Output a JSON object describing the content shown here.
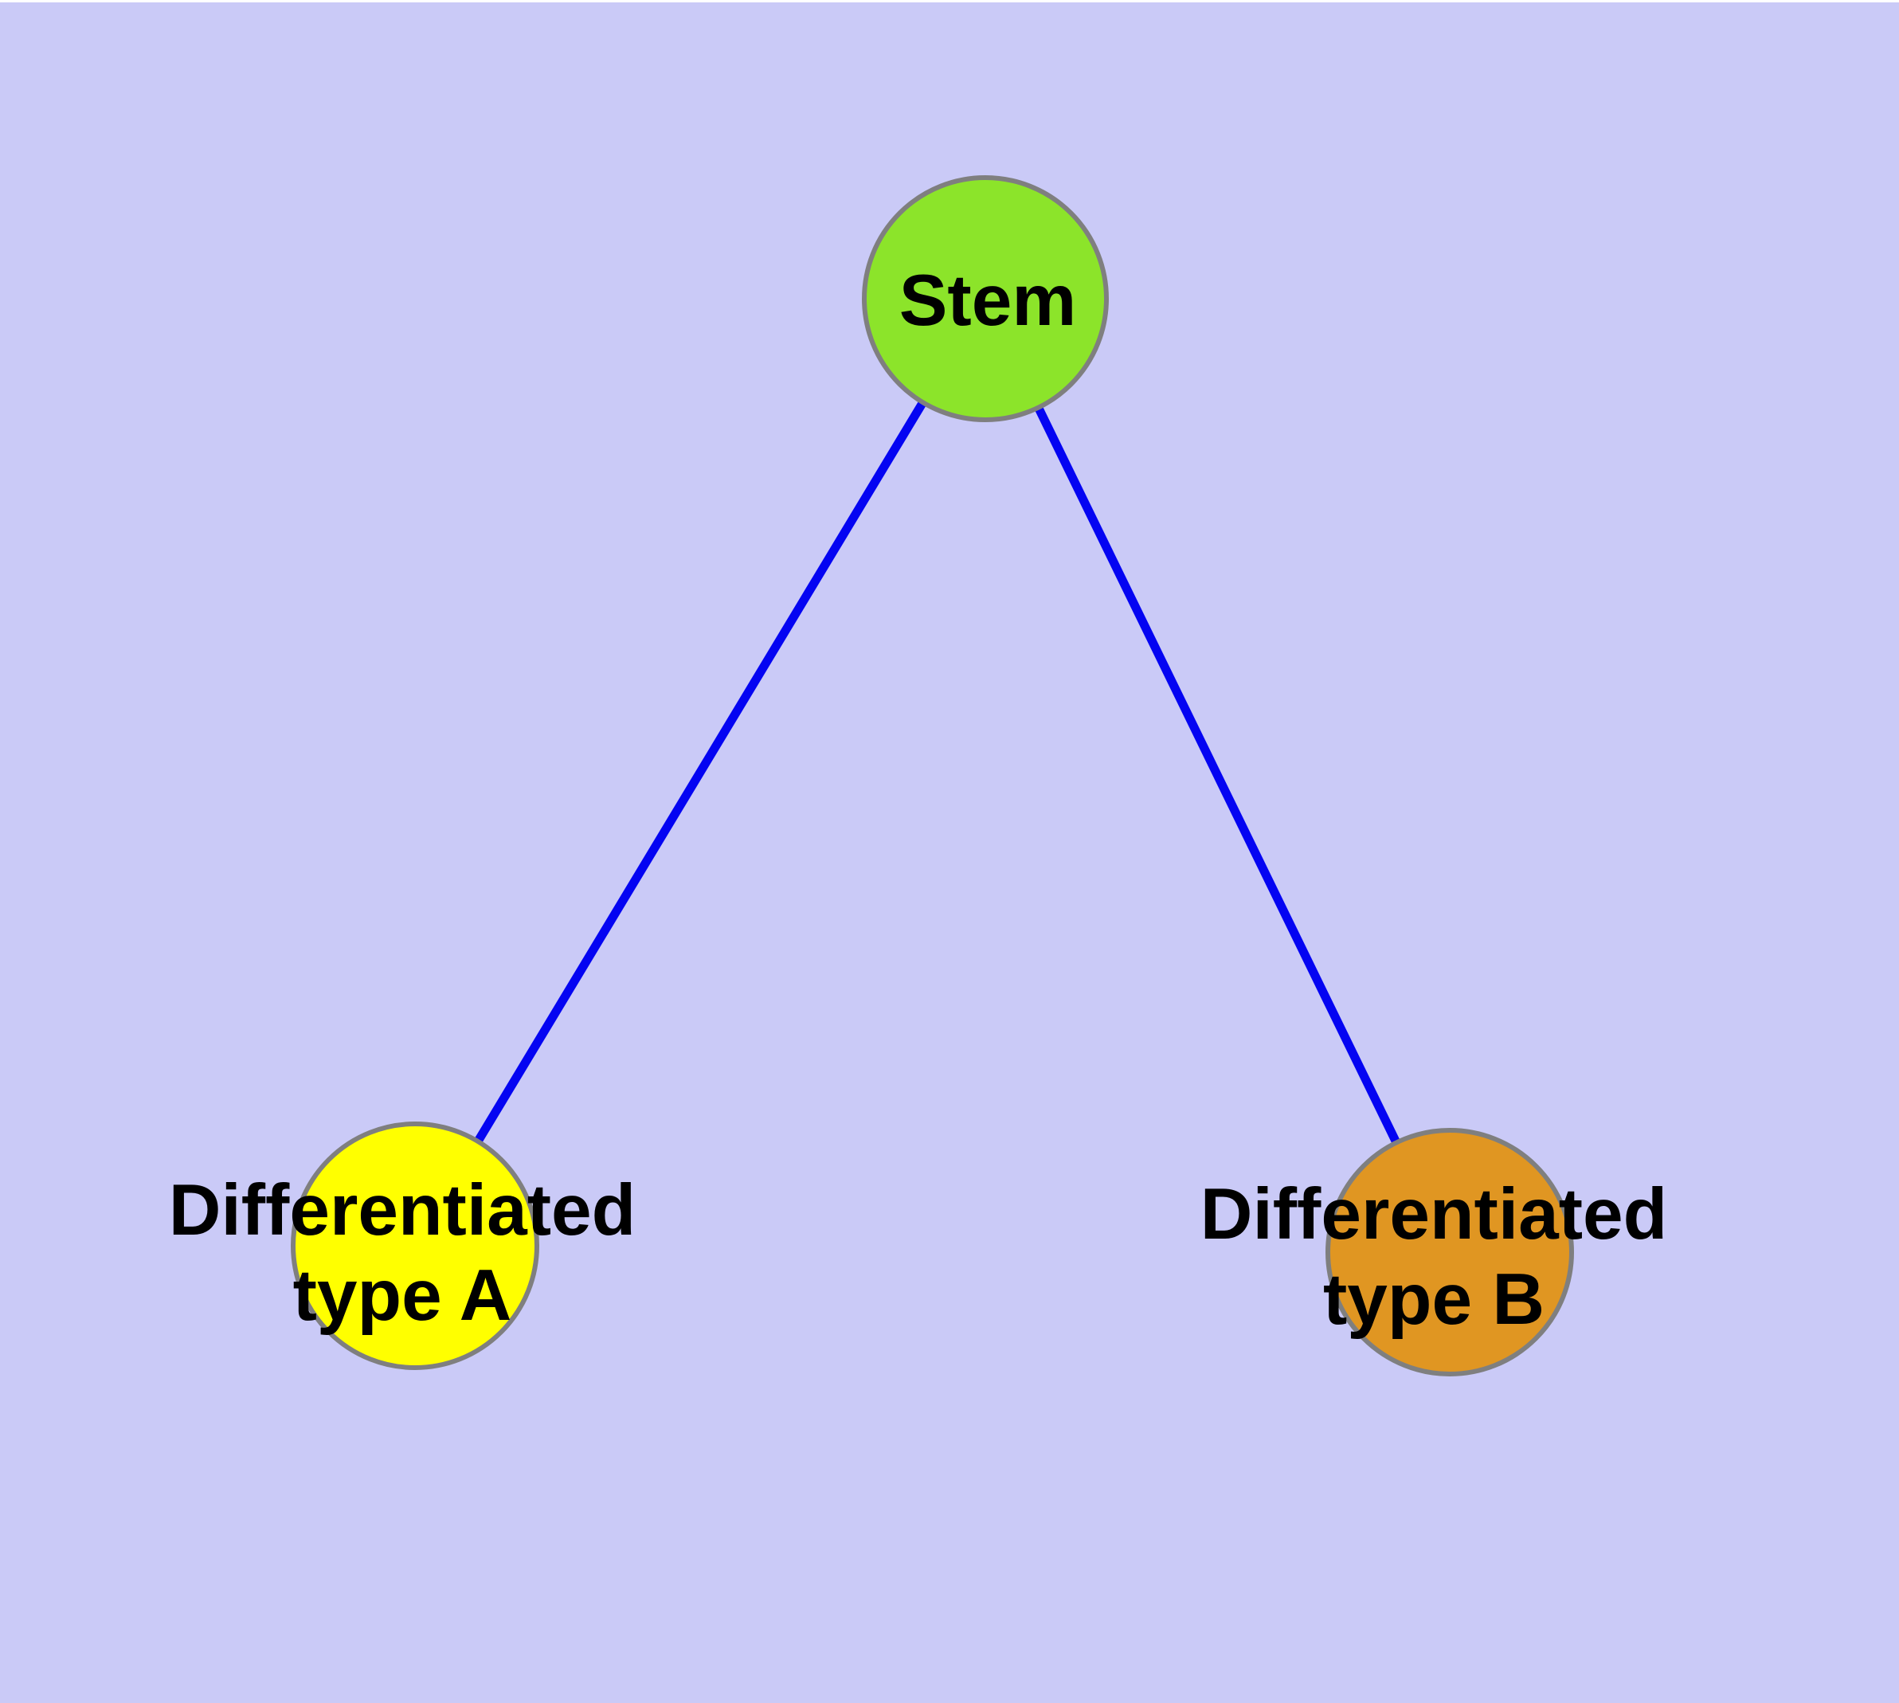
{
  "diagram": {
    "background_color": "#CACAF7",
    "edge_color": "#0404F2",
    "node_border_color": "#7F7F7F",
    "label_color": "#000000",
    "nodes": [
      {
        "id": "stem",
        "label": "Stem",
        "lines": [
          "Stem",
          ""
        ],
        "fill_color": "#8CE42A"
      },
      {
        "id": "differentiated-a",
        "label": "Differentiated type A",
        "lines": [
          "Differentiated",
          "type A"
        ],
        "fill_color": "#FFFF00"
      },
      {
        "id": "differentiated-b",
        "label": "Differentiated type B",
        "lines": [
          "Differentiated",
          "type B"
        ],
        "fill_color": "#E09622"
      }
    ],
    "edges": [
      {
        "from": "stem",
        "to": "differentiated-a"
      },
      {
        "from": "stem",
        "to": "differentiated-b"
      }
    ]
  }
}
